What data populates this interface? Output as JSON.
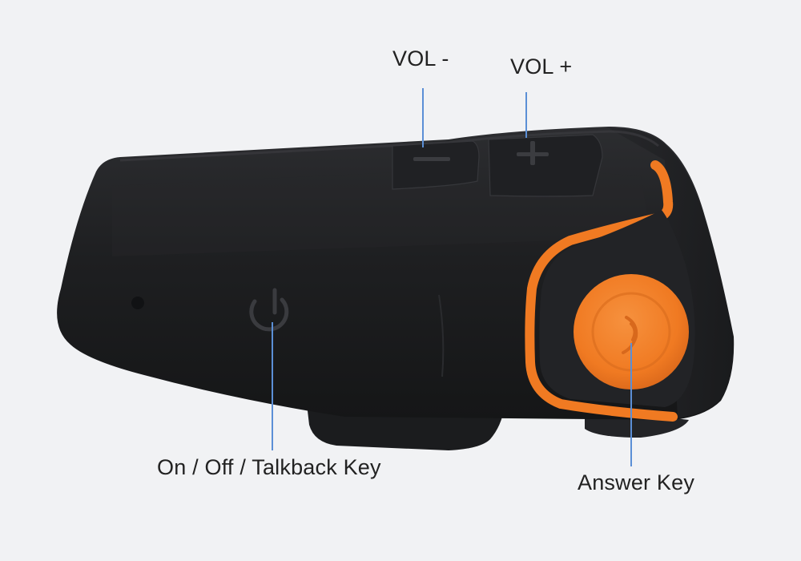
{
  "colors": {
    "background": "#f1f2f4",
    "device_body": "#1e1f21",
    "accent": "#f07a22",
    "callout_line": "#5b8fd6",
    "label_text": "#222222"
  },
  "callouts": {
    "vol_minus": {
      "label": "VOL -"
    },
    "vol_plus": {
      "label": "VOL +"
    },
    "power": {
      "label": "On / Off / Talkback Key"
    },
    "answer": {
      "label": "Answer Key"
    }
  },
  "icons": {
    "power": "power-icon",
    "answer": "phone-icon",
    "vol_minus": "minus-icon",
    "vol_plus": "plus-icon",
    "microphone": "microphone-hole-icon"
  }
}
